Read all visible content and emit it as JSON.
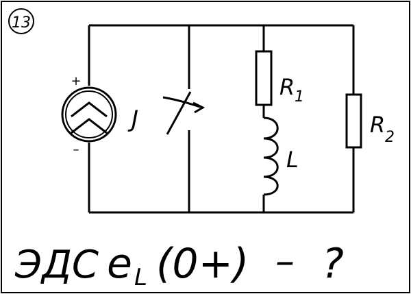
{
  "problem": {
    "number": "13",
    "question_parts": {
      "prefix": "ЭДС",
      "e": "e",
      "sub": "L",
      "arg": "(0+)",
      "dash": "–",
      "q": "?"
    }
  },
  "circuit": {
    "source_label": "J",
    "source_plus": "+",
    "source_minus": "–",
    "r1_label": "R",
    "r1_sub": "1",
    "inductor_label": "L",
    "r2_label": "R",
    "r2_sub": "2"
  },
  "colors": {
    "stroke": "#000000",
    "background": "#ffffff"
  }
}
